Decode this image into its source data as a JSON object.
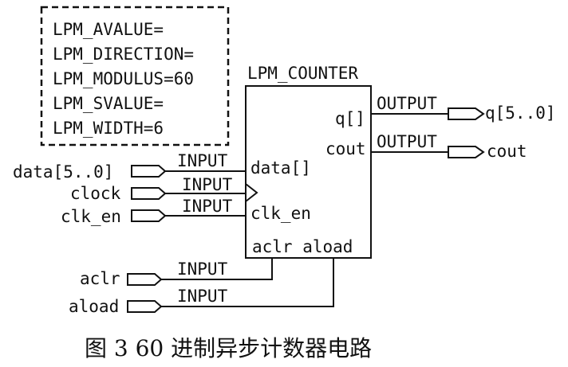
{
  "params": {
    "avalue": "LPM_AVALUE=",
    "direction": "LPM_DIRECTION=",
    "modulus": "LPM_MODULUS=60",
    "svalue": "LPM_SVALUE=",
    "width": "LPM_WIDTH=6"
  },
  "block": {
    "title": "LPM_COUNTER",
    "port_data": "data[]",
    "port_clk_en": "clk_en",
    "port_q": "q[]",
    "port_cout": "cout",
    "port_aclr_aload": "aclr aload"
  },
  "inputs": {
    "data": {
      "name": "data[5..0]",
      "tag": "INPUT"
    },
    "clock": {
      "name": "clock",
      "tag": "INPUT"
    },
    "clk_en": {
      "name": "clk_en",
      "tag": "INPUT"
    },
    "aclr": {
      "name": "aclr",
      "tag": "INPUT"
    },
    "aload": {
      "name": "aload",
      "tag": "INPUT"
    }
  },
  "outputs": {
    "q": {
      "name": "q[5..0]",
      "tag": "OUTPUT"
    },
    "cout": {
      "name": "cout",
      "tag": "OUTPUT"
    }
  },
  "caption": "图 3  60 进制异步计数器电路"
}
